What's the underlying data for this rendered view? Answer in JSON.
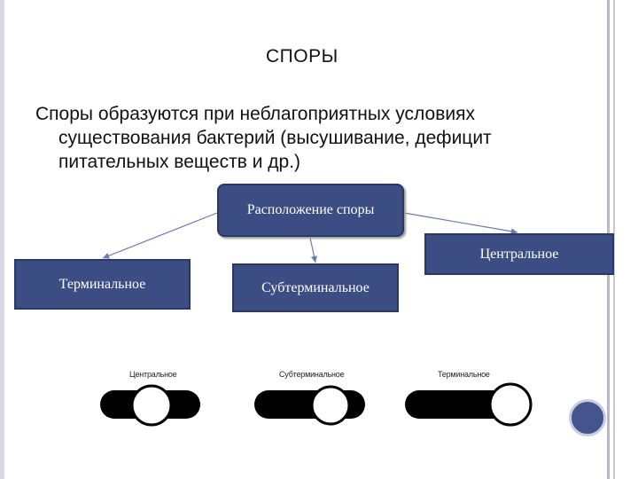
{
  "slide": {
    "title": "СПОРЫ",
    "paragraph_lines": [
      "Споры образуются при неблагоприятных условиях",
      "существования бактерий (высушивание, дефицит",
      "питательных веществ и др.)"
    ]
  },
  "diagram": {
    "root": "Расположение споры",
    "branches": [
      "Терминальное",
      "Субтерминальное",
      "Центральное"
    ],
    "colors": {
      "box_fill": "#3b4d82",
      "box_text": "#ffffff",
      "arrow": "#6a7bb0"
    }
  },
  "illustrations": {
    "labels": [
      "Центральное",
      "Субтерминальное",
      "Терминальное"
    ]
  }
}
